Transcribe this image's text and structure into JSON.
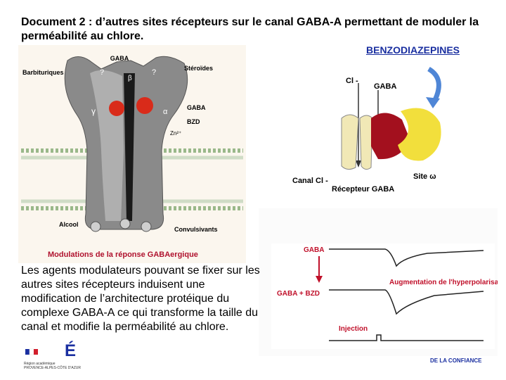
{
  "title": "Document 2 : d’autres sites récepteurs sur le canal GABA-A permettant de moduler la perméabilité au chlore.",
  "benzo_link": "BENZODIAZEPINES",
  "figure1": {
    "gaba": "GABA",
    "barbituriques": "Barbituriques",
    "steroides": "Stéroïdes",
    "gaba_right": "GABA",
    "bzd": "BZD",
    "zinc": "Zn²⁺",
    "alcool": "Alcool",
    "convulsivants": "Convulsivants",
    "greek_beta": "β",
    "greek_alpha": "α",
    "greek_gamma": "γ",
    "q": "?",
    "caption": "Modulations de la réponse GABAergique"
  },
  "figure2": {
    "cl_top": "Cl -",
    "gaba": "GABA",
    "canal": "Canal Cl -",
    "recepteur": "Récepteur GABA",
    "site": "Site ω"
  },
  "figure3": {
    "gaba": "GABA",
    "gaba_bzd": "GABA + BZD",
    "augmentation": "Augmentation de l'hyperpolarisation",
    "injection": "Injection"
  },
  "body_text": "Les agents modulateurs pouvant se fixer sur les autres sites récepteurs induisent une modification de l’architecture protéique du complexe GABA-A ce qui transforme la taille du canal et modifie la perméabilité au chlore.",
  "logo": {
    "region": "Région académique",
    "region_name": "PROVENCE-ALPES-CÔTE D'AZUR",
    "letter": "É"
  },
  "footer_right": "DE LA CONFIANCE",
  "colors": {
    "link_blue": "#1a2fa0",
    "caption_red": "#b0122e",
    "receptor_grey": "#8a8a8a",
    "bzd_red": "#d92b1a",
    "receptor_dark_red": "#a3101e",
    "site_yellow": "#f2df3c",
    "arrow_blue": "#4f86d6"
  }
}
